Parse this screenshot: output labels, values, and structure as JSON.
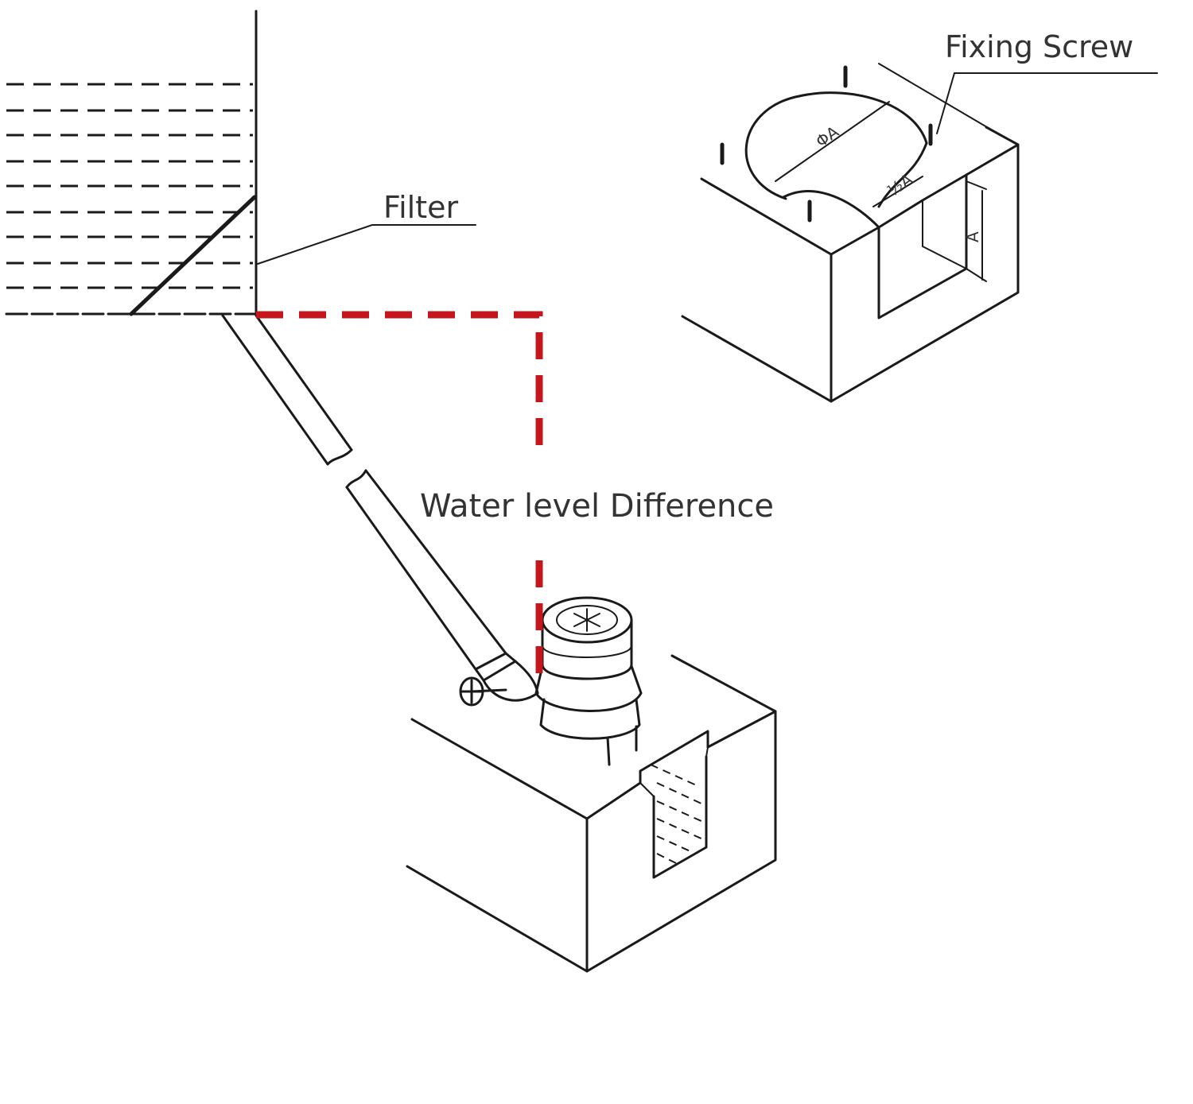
{
  "labels": {
    "filter": "Filter",
    "fixing_screw": "Fixing Screw",
    "water_level_difference": "Water level Difference",
    "dim_diameter": "ΦA",
    "dim_half": "½A",
    "dim_height": "A"
  },
  "colors": {
    "line": "#1a1a1a",
    "text": "#333333",
    "water_level_indicator": "#c4161c",
    "background": "#ffffff"
  }
}
